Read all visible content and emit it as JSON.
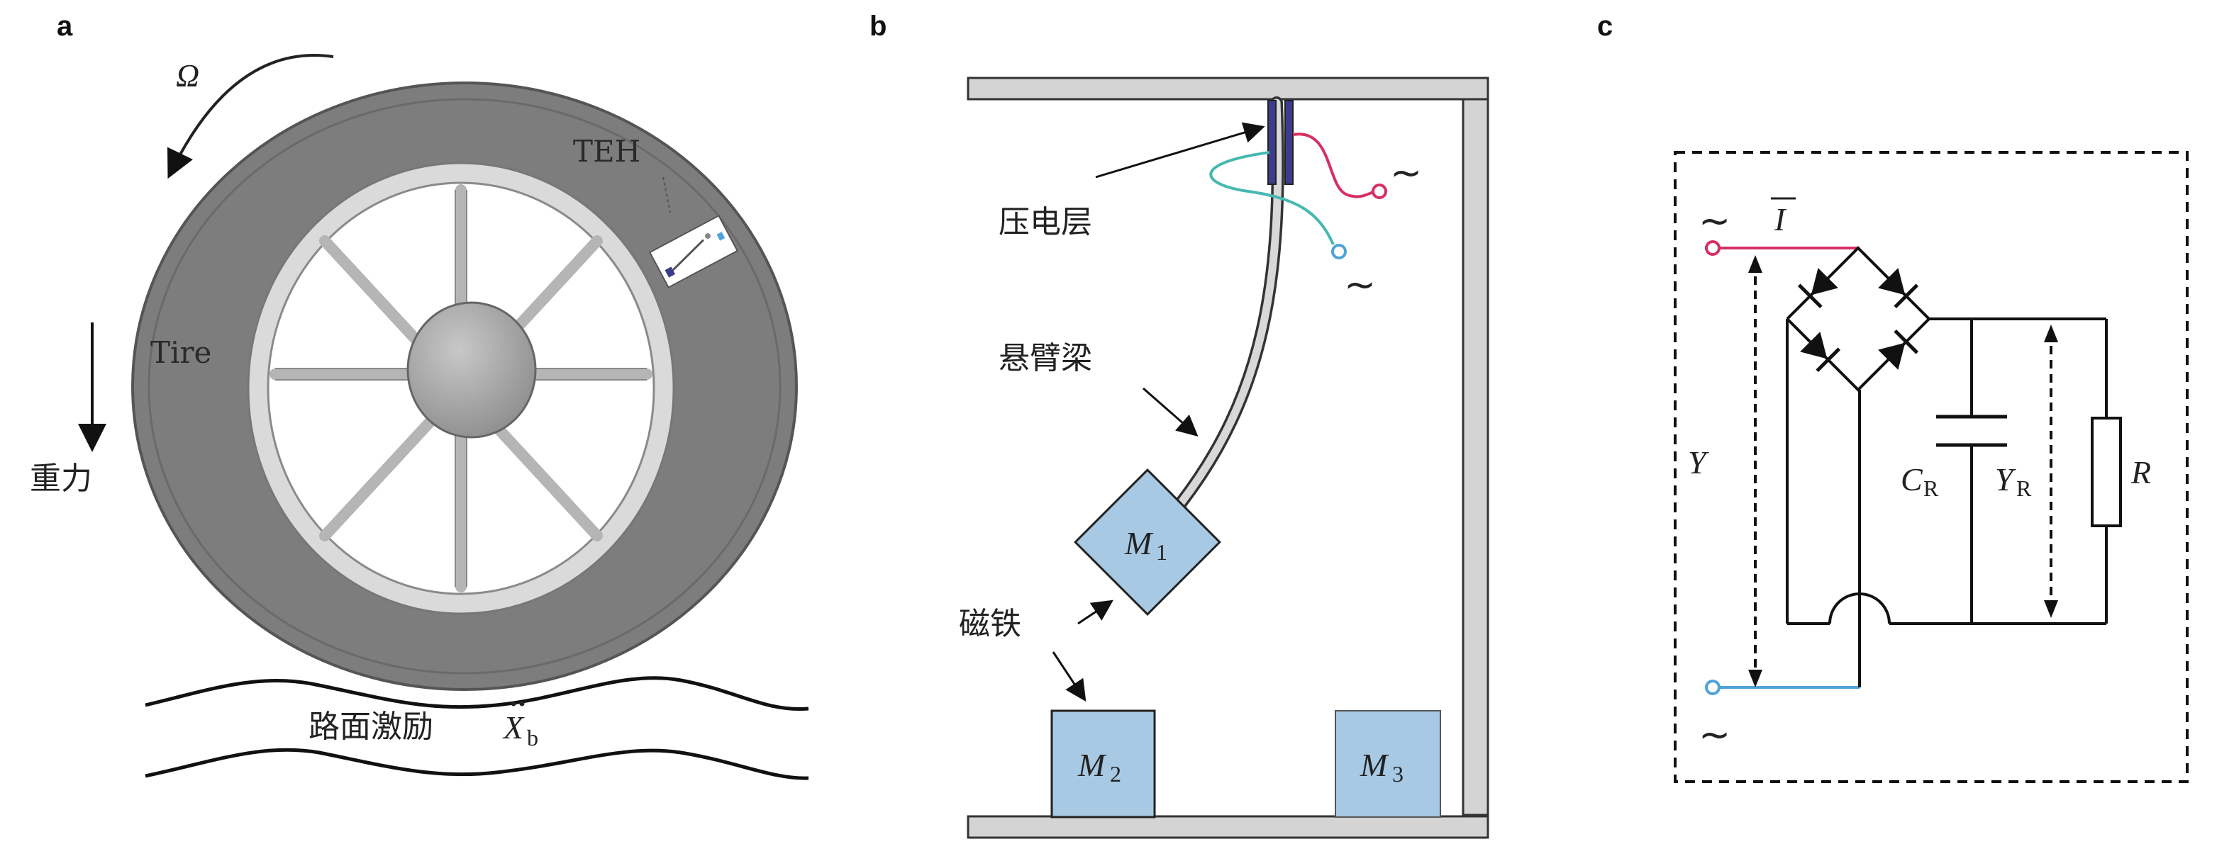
{
  "panels": {
    "a": {
      "letter": "a",
      "omega": "Ω",
      "teh": "TEH",
      "tire": "Tire",
      "gravity": "重力",
      "road": "路面激励",
      "xb_main": "X",
      "xb_sub": "b"
    },
    "b": {
      "letter": "b",
      "piezo": "压电层",
      "beam": "悬臂梁",
      "magnet": "磁铁",
      "m1_main": "M",
      "m1_sub": "1",
      "m2_main": "M",
      "m2_sub": "2",
      "m3_main": "M",
      "m3_sub": "3",
      "tilde": "~"
    },
    "c": {
      "letter": "c",
      "tilde": "~",
      "current": "I",
      "y": "Y",
      "c_main": "C",
      "c_sub": "R",
      "yr_main": "Y",
      "yr_sub": "R",
      "r": "R"
    }
  },
  "colors": {
    "tire": "#7a7a7a",
    "rim": "#d9d9d9",
    "hub": "#a6a6a6",
    "mass": "#a7c9e3",
    "wire_red": "#d62f62",
    "wire_blue": "#4fa3d9",
    "wire_cyan": "#46b8b0",
    "piezo": "#3c3c8c",
    "frame": "#d4d4d4"
  }
}
